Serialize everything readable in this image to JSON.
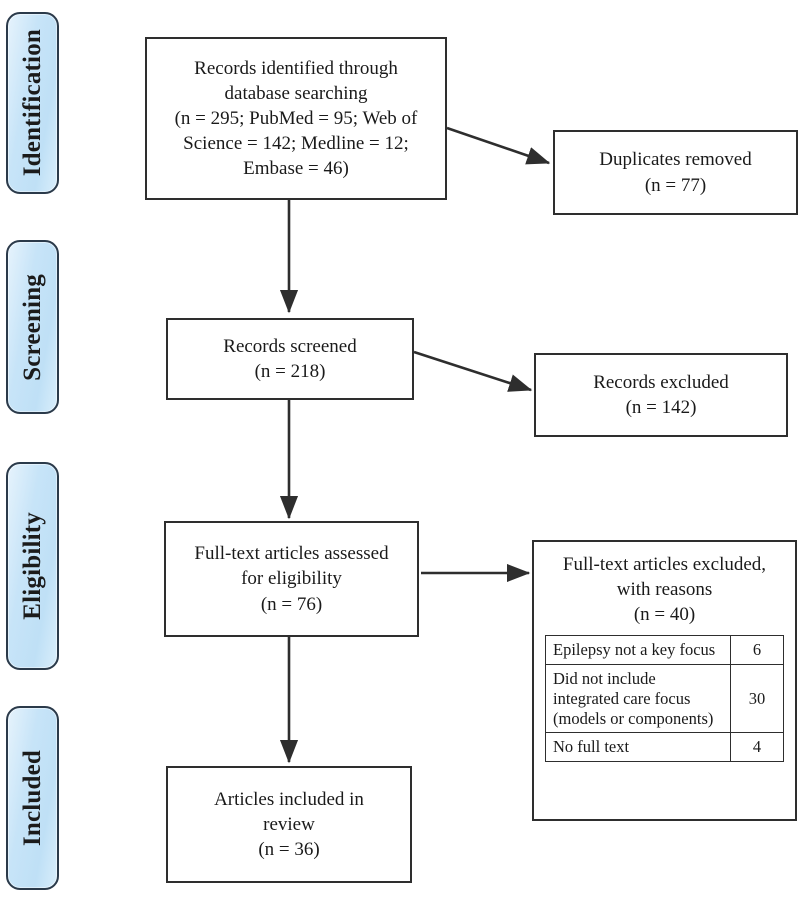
{
  "diagram": {
    "title": "PRISMA flow diagram",
    "background_color": "#ffffff",
    "box_border_color": "#2e2e2e",
    "pill_fill_color": "#c7e4f8",
    "pill_border_color": "#2b3a4a",
    "arrow_color": "#2e2e2e"
  },
  "stages": [
    {
      "label": "Identification"
    },
    {
      "label": "Screening"
    },
    {
      "label": "Eligibility"
    },
    {
      "label": "Included"
    }
  ],
  "boxes": {
    "identified": {
      "lines": [
        "Records identified through",
        "database searching",
        "(n = 295; PubMed = 95; Web of",
        "Science = 142; Medline = 12;",
        "Embase = 46)"
      ]
    },
    "duplicates_removed": {
      "lines": [
        "Duplicates removed",
        "(n = 77)"
      ]
    },
    "screened": {
      "lines": [
        "Records screened",
        "(n = 218)"
      ]
    },
    "records_excluded": {
      "lines": [
        "Records excluded",
        "(n = 142)"
      ]
    },
    "fulltext_assessed": {
      "lines": [
        "Full-text articles assessed",
        "for eligibility",
        "(n = 76)"
      ]
    },
    "fulltext_excluded": {
      "title_lines": [
        "Full-text articles excluded,",
        "with reasons",
        "(n = 40)"
      ],
      "rows": [
        {
          "reason": "Epilepsy not a key focus",
          "count": "6"
        },
        {
          "reason": "Did not include integrated care focus (models or components)",
          "count": "30"
        },
        {
          "reason": "No full text",
          "count": "4"
        }
      ]
    },
    "included": {
      "lines": [
        "Articles included in",
        "review",
        "(n = 36)"
      ]
    }
  },
  "chart_data": {
    "type": "diagram",
    "title": "PRISMA flow diagram",
    "nodes": [
      {
        "id": "identified",
        "stage": "Identification",
        "label": "Records identified through database searching",
        "n": 295,
        "breakdown": {
          "PubMed": 95,
          "Web of Science": 142,
          "Medline": 12,
          "Embase": 46
        }
      },
      {
        "id": "duplicates_removed",
        "stage": "Identification",
        "label": "Duplicates removed",
        "n": 77
      },
      {
        "id": "screened",
        "stage": "Screening",
        "label": "Records screened",
        "n": 218
      },
      {
        "id": "records_excluded",
        "stage": "Screening",
        "label": "Records excluded",
        "n": 142
      },
      {
        "id": "fulltext_assessed",
        "stage": "Eligibility",
        "label": "Full-text articles assessed for eligibility",
        "n": 76
      },
      {
        "id": "fulltext_excluded",
        "stage": "Eligibility",
        "label": "Full-text articles excluded, with reasons",
        "n": 40,
        "reasons": [
          {
            "reason": "Epilepsy not a key focus",
            "count": 6
          },
          {
            "reason": "Did not include integrated care focus (models or components)",
            "count": 30
          },
          {
            "reason": "No full text",
            "count": 4
          }
        ]
      },
      {
        "id": "included",
        "stage": "Included",
        "label": "Articles included in review",
        "n": 36
      }
    ],
    "edges": [
      {
        "from": "identified",
        "to": "duplicates_removed"
      },
      {
        "from": "identified",
        "to": "screened"
      },
      {
        "from": "screened",
        "to": "records_excluded"
      },
      {
        "from": "screened",
        "to": "fulltext_assessed"
      },
      {
        "from": "fulltext_assessed",
        "to": "fulltext_excluded"
      },
      {
        "from": "fulltext_assessed",
        "to": "included"
      }
    ]
  }
}
